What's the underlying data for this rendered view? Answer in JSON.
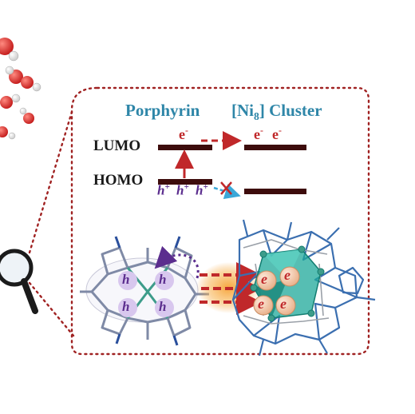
{
  "figure": {
    "porphyrin_label": "Porphyrin",
    "cluster_label_prefix": "[Ni",
    "cluster_label_subscript": "8",
    "cluster_label_suffix": "] Cluster",
    "lumo_label": "LUMO",
    "homo_label": "HOMO",
    "porphyrin_lumo_electron": "e",
    "cluster_lumo_electron_1": "e",
    "cluster_lumo_electron_2": "e",
    "electron_charge": "-",
    "hole_symbol": "h",
    "hole_charge": "+",
    "porphyrin_hole_markers": [
      "h",
      "h",
      "h",
      "h"
    ],
    "cluster_electron_markers": [
      "e",
      "e",
      "e",
      "e"
    ],
    "colors": {
      "header_text": "#2e86a8",
      "energy_level_bar": "#3d0c0c",
      "electron_red": "#c0282a",
      "hole_purple": "#5b2d8e",
      "blocked_arrow_blue": "#3aa7d8",
      "dotted_frame": "#a02222",
      "hole_bubble": "#d8c7ee",
      "electron_bubble": "#f2d3b8",
      "glow_orange": "#f7a234",
      "teal_polyhedron": "#1ea89a",
      "framework_blue": "#3b6fb0"
    },
    "icons": [
      "water-molecule-icon",
      "magnifier-icon"
    ]
  }
}
